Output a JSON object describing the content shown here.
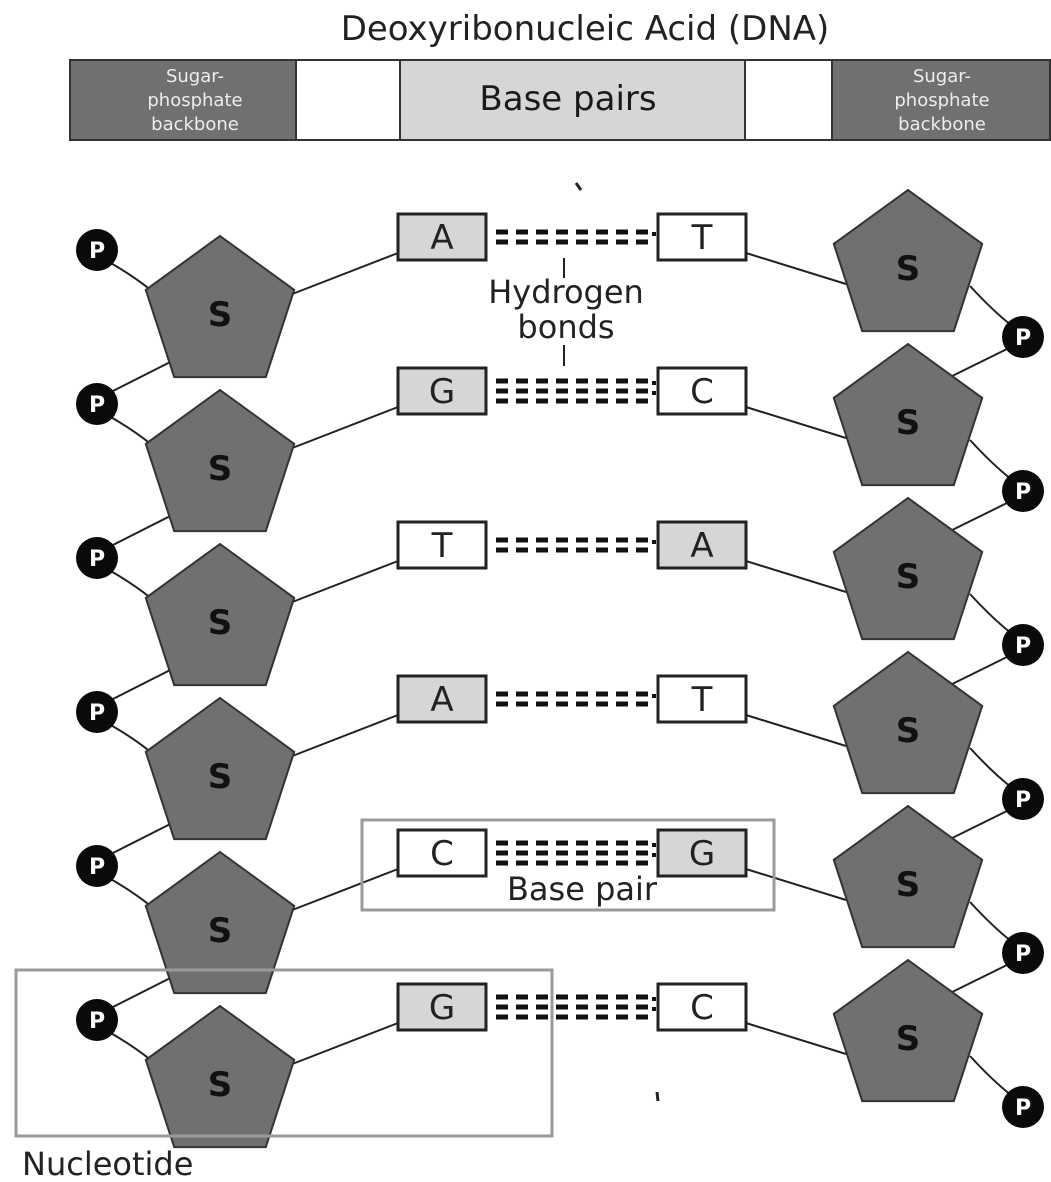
{
  "title": "Deoxyribonucleic Acid (DNA)",
  "key": {
    "left_backbone": [
      "Sugar-",
      "phosphate",
      "backbone"
    ],
    "base_pairs": "Base pairs",
    "right_backbone": [
      "Sugar-",
      "phosphate",
      "backbone"
    ]
  },
  "sugar_label": "S",
  "phosphate_label": "P",
  "pairs": [
    {
      "left": "A",
      "right": "T",
      "bonds": 2
    },
    {
      "left": "G",
      "right": "C",
      "bonds": 3
    },
    {
      "left": "T",
      "right": "A",
      "bonds": 2
    },
    {
      "left": "A",
      "right": "T",
      "bonds": 2
    },
    {
      "left": "C",
      "right": "G",
      "bonds": 3
    },
    {
      "left": "G",
      "right": "C",
      "bonds": 3
    }
  ],
  "labels": {
    "hydrogen_bonds": [
      "Hydrogen",
      "bonds"
    ],
    "base_pair": "Base pair",
    "nucleotide": "Nucleotide"
  },
  "colors": {
    "backbone_fill": "#707070",
    "purine_fill": "#d6d6d6",
    "pyrimidine_fill": "#ffffff",
    "phosphate_fill": "#0a0a0a",
    "line": "#222222",
    "highlight_box": "#9a9a9a"
  }
}
